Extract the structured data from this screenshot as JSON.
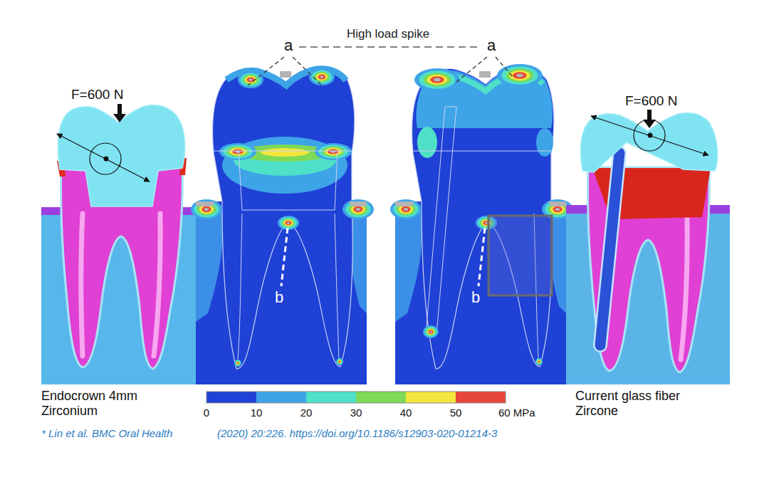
{
  "diagram": {
    "labels": [
      "F=600 N",
      "High load spike",
      "a",
      "a",
      "b",
      "b",
      "F=600 N",
      "Endocrown 4mm Zirconium",
      "Current glass fiber Zircone",
      "0",
      "10",
      "20",
      "30",
      "40",
      "50",
      "60 MPa",
      "* Lin et al. BMC Oral Health",
      "(2020) 20:226. https://doi.org/10.1186/s12903-020-01214-3"
    ]
  }
}
